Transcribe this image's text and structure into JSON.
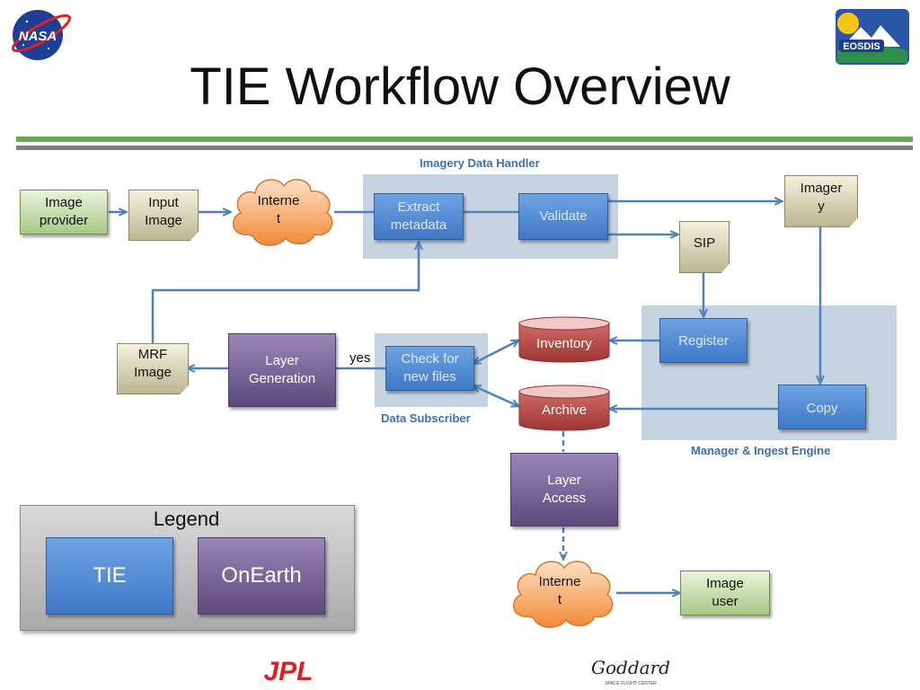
{
  "title": "TIE Workflow Overview",
  "logos": {
    "nasa": "NASA",
    "eosdis": "EOSDIS",
    "jpl": "JPL",
    "goddard": "Goddard",
    "goddard_sub": "SPACE FLIGHT CENTER"
  },
  "regions": {
    "imagery_data_handler": "Imagery Data Handler",
    "data_subscriber": "Data Subscriber",
    "manager_ingest": "Manager & Ingest Engine"
  },
  "nodes": {
    "image_provider": "Image\nprovider",
    "input_image": "Input\nImage",
    "internet_top": "Interne\nt",
    "extract_metadata": "Extract\nmetadata",
    "validate": "Validate",
    "imagery": "Imager\ny",
    "sip": "SIP",
    "register": "Register",
    "inventory": "Inventory",
    "archive": "Archive",
    "copy": "Copy",
    "check_new_files": "Check for\nnew files",
    "layer_generation": "Layer\nGeneration",
    "mrf_image": "MRF\nImage",
    "yes_label": "yes",
    "layer_access": "Layer\nAccess",
    "internet_bottom": "Interne\nt",
    "image_user": "Image\nuser"
  },
  "legend": {
    "title": "Legend",
    "tie": "TIE",
    "onearth": "OnEarth"
  },
  "colors": {
    "connector": "#4f81bd",
    "tie_blue": "#4a86d6",
    "onearth_purple": "#7a6797",
    "provider_green": "#a8c987",
    "document_tan": "#bdb693",
    "cloud_orange": "#f79646",
    "cylinder_red": "#c0504d"
  }
}
